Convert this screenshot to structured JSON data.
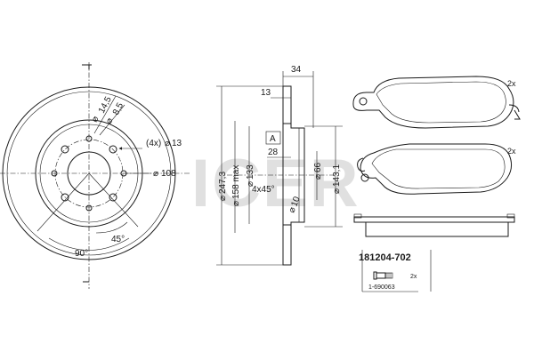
{
  "watermark": "ICER",
  "disc_front": {
    "dims": {
      "d_14_5": "14,5",
      "d_8_5": "8,5",
      "holes": "(4x)",
      "hole_d": "13",
      "d_108": "108",
      "angle_90": "90°",
      "angle_45": "45°"
    }
  },
  "disc_section": {
    "dims": {
      "d_34": "34",
      "d_13": "13",
      "label_a": "A",
      "d_28": "28",
      "d_247_3": "247,3",
      "d_158_max": "158 max",
      "d_133": "133",
      "d_4x45": "4x45°",
      "d_66": "66",
      "d_143_1": "143,1",
      "d_10": "10"
    }
  },
  "pads": {
    "qty_top": "2x",
    "qty_bottom": "2x",
    "part_number": "181204-702"
  },
  "accessory": {
    "qty": "2x",
    "part_number": "1-690063"
  },
  "colors": {
    "line": "#1a1a1a",
    "watermark": "#c8c8c8",
    "hatch": "#1a1a1a"
  }
}
